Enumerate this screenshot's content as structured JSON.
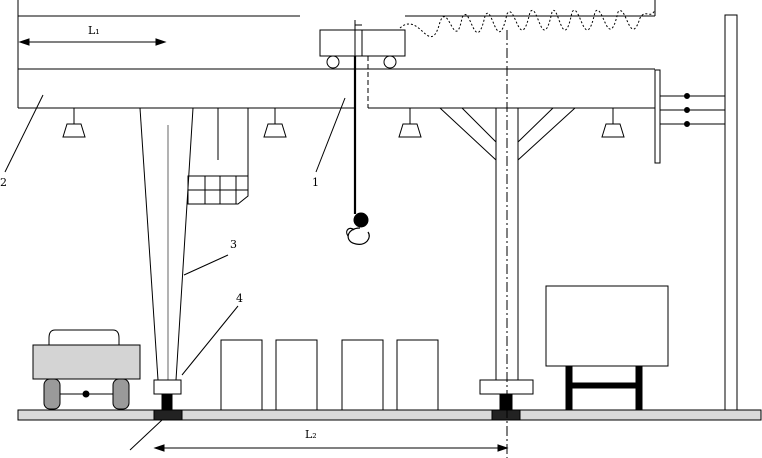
{
  "labels": {
    "crane_bridge": "1",
    "crane_leg_left": "2",
    "support_leg": "3",
    "wheel_block": "4",
    "cantilever_span": "L₁",
    "main_span": "L₂"
  },
  "colors": {
    "stroke": "#000000",
    "ground": "#d9d9d9",
    "truck_body": "#d4d4d4",
    "truck_wheels": "#9a9a9a",
    "background": "#ffffff"
  }
}
